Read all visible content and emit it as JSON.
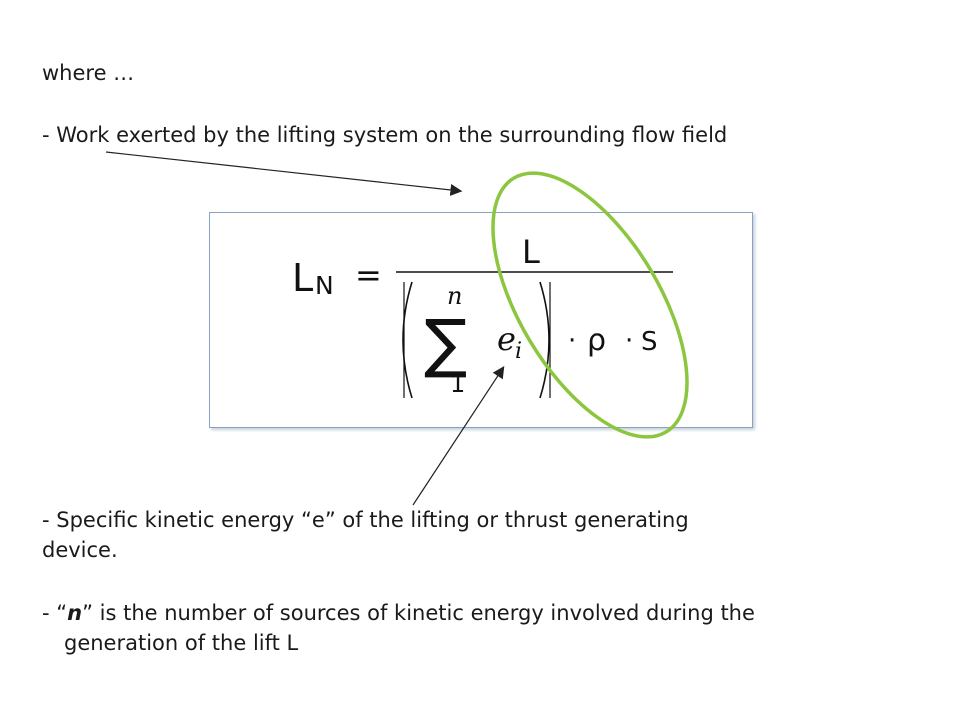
{
  "intro": {
    "where": "where …"
  },
  "work_item": {
    "text": "- Work exerted by the lifting system on the surrounding flow field"
  },
  "formula": {
    "lhs_L": "L",
    "lhs_sub": "N",
    "equals": "=",
    "numerator": "L",
    "sum_symbol": "∑",
    "sum_upper": "n",
    "sum_lower": "1",
    "term_e": "e",
    "term_sub": "i",
    "dot1": "·",
    "rho": "ρ",
    "dot2": "·",
    "s": "S",
    "paren_left": "(",
    "paren_right": ")"
  },
  "energy_item": {
    "line1": "-  Specific kinetic energy “e” of the lifting or thrust generating",
    "line2": "device."
  },
  "n_item": {
    "prefix": "- “",
    "n": "n",
    "suffix": "” is the number of sources of kinetic energy involved during the",
    "line2": "generation of the lift L"
  },
  "colors": {
    "highlight_ellipse": "#8cc63f",
    "arrow": "#222222",
    "box_border": "#8aa2bf"
  }
}
